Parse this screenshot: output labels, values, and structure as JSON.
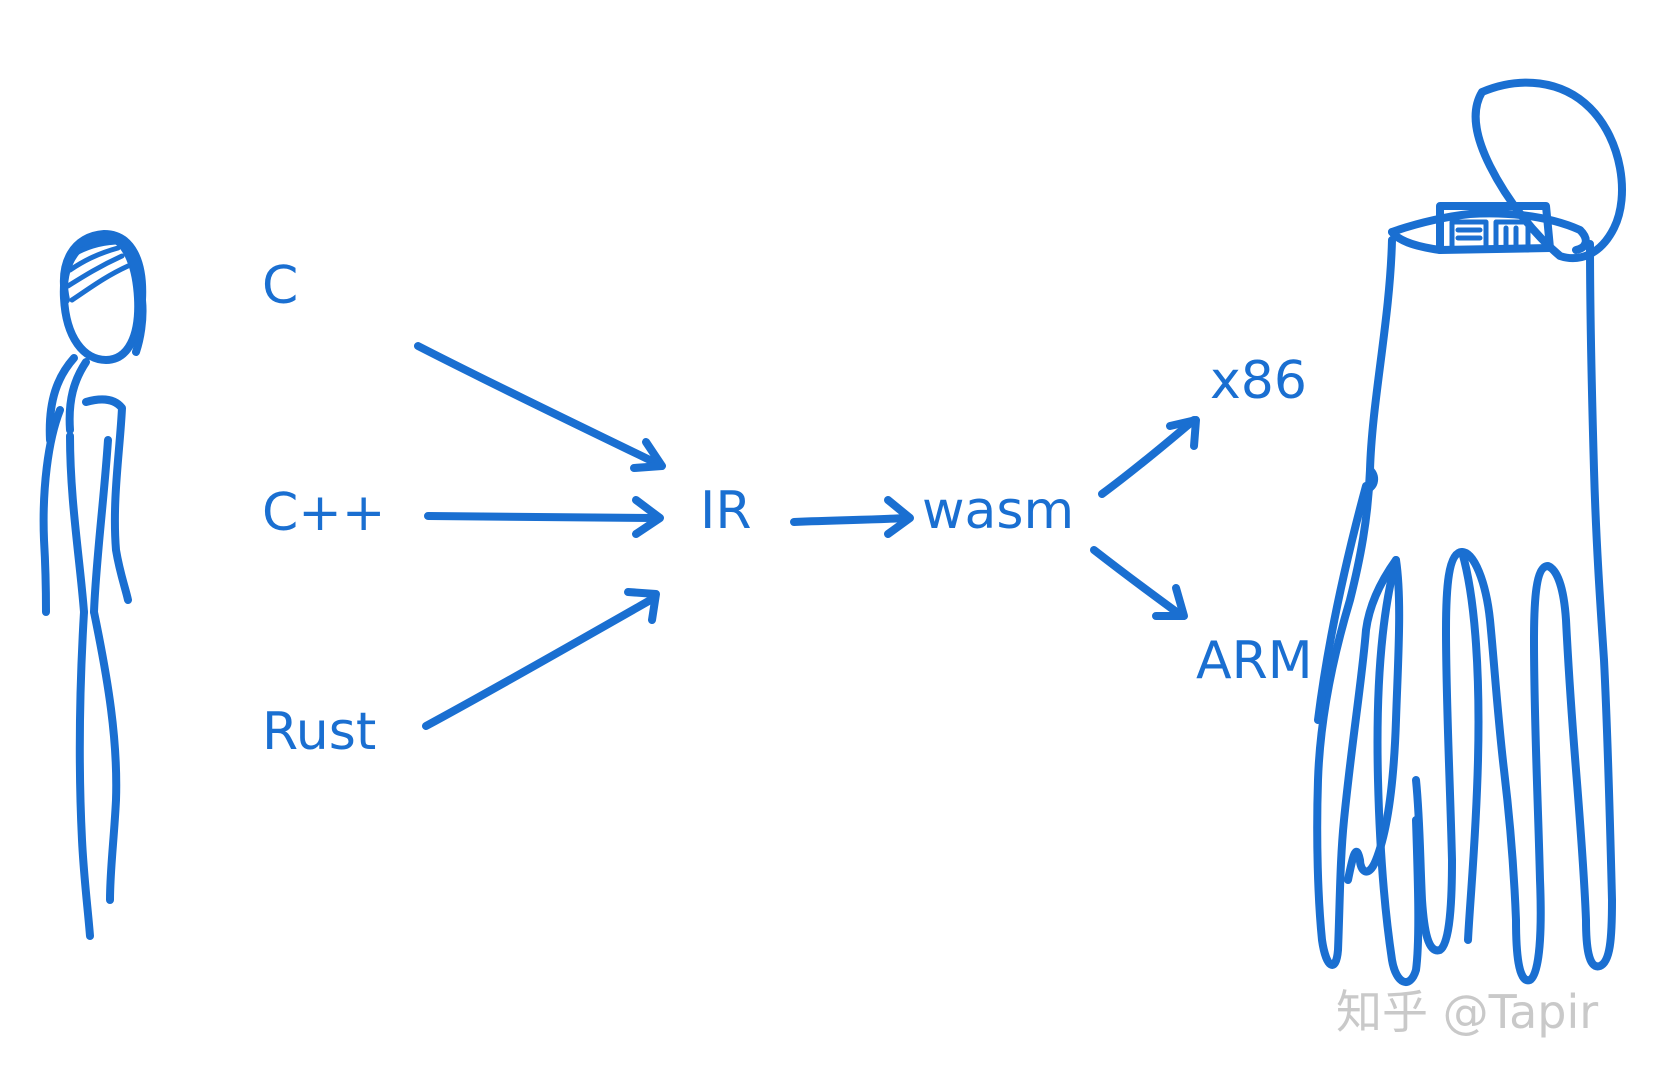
{
  "diagram": {
    "sources": [
      {
        "id": "c",
        "label": "C"
      },
      {
        "id": "cpp",
        "label": "C++"
      },
      {
        "id": "rust",
        "label": "Rust"
      }
    ],
    "intermediate": {
      "label": "IR"
    },
    "wasm": {
      "label": "wasm"
    },
    "targets": [
      {
        "id": "x86",
        "label": "x86"
      },
      {
        "id": "arm",
        "label": "ARM"
      }
    ],
    "edges": [
      {
        "from": "C",
        "to": "IR"
      },
      {
        "from": "C++",
        "to": "IR"
      },
      {
        "from": "Rust",
        "to": "IR"
      },
      {
        "from": "IR",
        "to": "wasm"
      },
      {
        "from": "wasm",
        "to": "x86"
      },
      {
        "from": "wasm",
        "to": "ARM"
      }
    ]
  },
  "watermark": "知乎 @Tapir",
  "colors": {
    "ink": "#1a6fd1",
    "background": "#ffffff",
    "watermark": "#c9c9c9"
  }
}
